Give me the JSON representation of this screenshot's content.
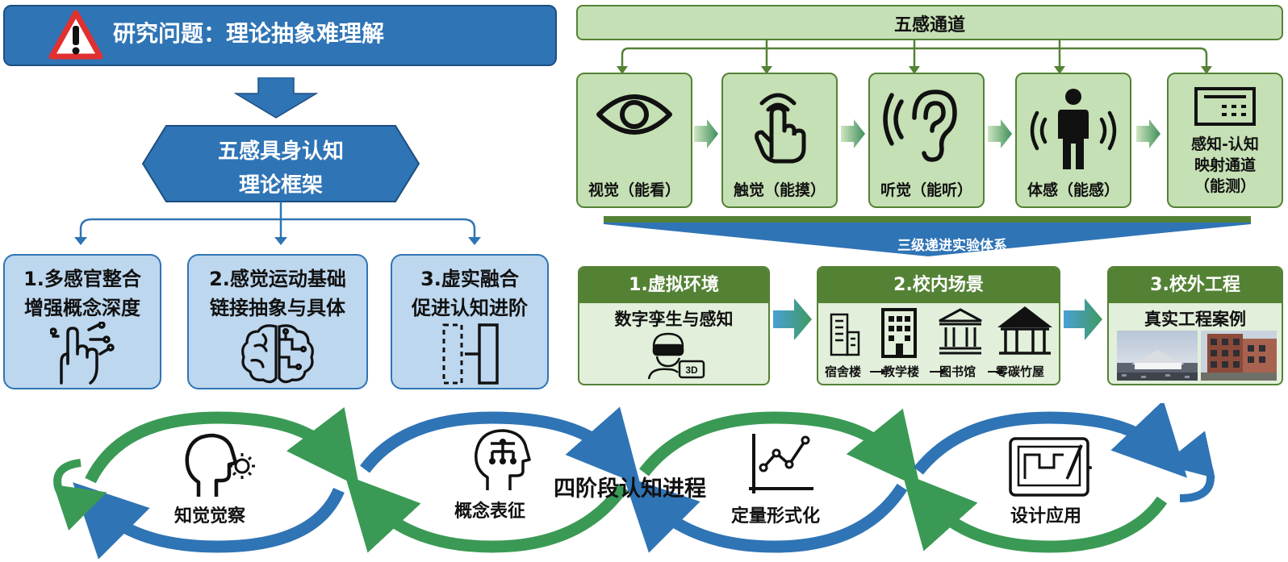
{
  "problem": {
    "title": "研究问题：理论抽象难理解",
    "icon": "warning-icon"
  },
  "framework": {
    "line1": "五感具身认知",
    "line2": "理论框架"
  },
  "principles": [
    {
      "line1": "1.多感官整合",
      "line2": "增强概念深度",
      "icon": "touch-network-icon"
    },
    {
      "line1": "2.感觉运动基础",
      "line2": "链接抽象与具体",
      "icon": "brain-circuit-icon"
    },
    {
      "line1": "3.虚实融合",
      "line2": "促进认知进阶",
      "icon": "virtual-real-icon"
    }
  ],
  "channels": {
    "title": "五感通道",
    "items": [
      {
        "label": "视觉（能看）",
        "icon": "eye-icon"
      },
      {
        "label": "触觉（能摸）",
        "icon": "touch-icon"
      },
      {
        "label": "听觉（能听）",
        "icon": "ear-icon"
      },
      {
        "label": "体感（能感）",
        "icon": "body-icon"
      },
      {
        "label_lines": [
          "感知-认知",
          "映射通道",
          "（能测）"
        ],
        "icon": "measure-panel-icon"
      }
    ]
  },
  "experiment": {
    "title": "三级递进实验体系",
    "levels": [
      {
        "title": "1.虚拟环境",
        "subtitle": "数字孪生与感知",
        "icon": "vr-3d-icon",
        "badge": "3D"
      },
      {
        "title": "2.校内场景",
        "buildings": [
          "宿舍楼",
          "教学楼",
          "图书馆",
          "零碳竹屋"
        ]
      },
      {
        "title": "3.校外工程",
        "subtitle": "真实工程案例"
      }
    ]
  },
  "cycle": {
    "title": "四阶段认知进程",
    "stages": [
      {
        "label": "知觉觉察",
        "icon": "head-sun-icon"
      },
      {
        "label": "概念表征",
        "icon": "head-network-icon"
      },
      {
        "label": "定量形式化",
        "icon": "line-chart-icon"
      },
      {
        "label": "设计应用",
        "icon": "design-tablet-icon"
      }
    ],
    "colors": {
      "green": "#3a9a55",
      "blue": "#2f74b5"
    }
  },
  "colors": {
    "blue": "#2f74b5",
    "dark_blue": "#1d4f82",
    "light_blue": "#bdd7ee",
    "green": "#548235",
    "light_green": "#c5e0b4",
    "pale_green": "#e2efda",
    "warning_red": "#e03030"
  }
}
